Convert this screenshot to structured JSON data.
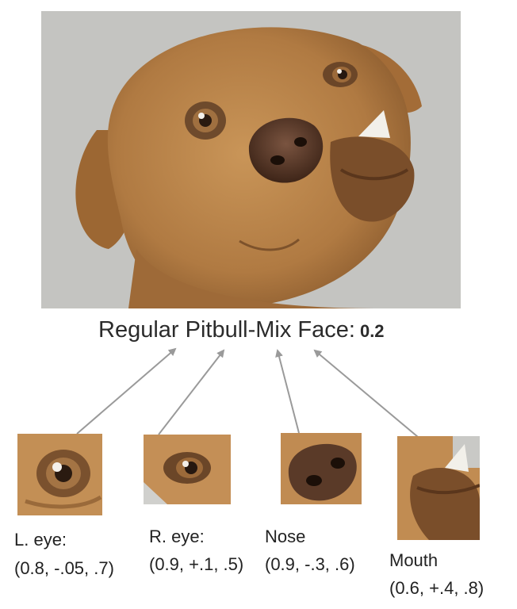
{
  "title": {
    "text": "Regular Pitbull-Mix Face:",
    "score": "0.2"
  },
  "parts": [
    {
      "name": "L. eye:",
      "values": "(0.8, -.05, .7)"
    },
    {
      "name": "R. eye:",
      "values": "(0.9, +.1, .5)"
    },
    {
      "name": "Nose",
      "values": "(0.9, -.3, .6)"
    },
    {
      "name": "Mouth",
      "values": "(0.6, +.4, .8)"
    }
  ],
  "colors": {
    "fur": "#c08a50",
    "fur_dark": "#8a5a2c",
    "background": "#c9c9c6",
    "nose": "#4a3024",
    "arrow": "#9a9a9a"
  }
}
